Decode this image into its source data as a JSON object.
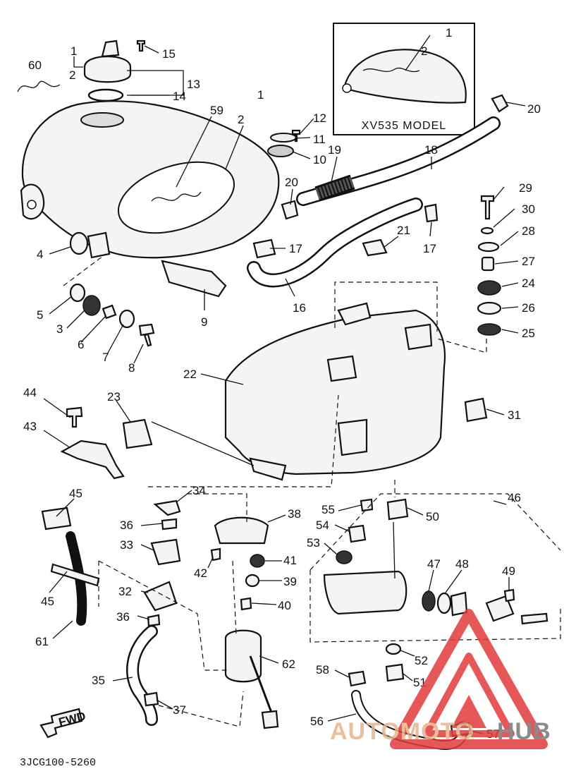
{
  "diagram": {
    "inset_title": "XV535 MODEL",
    "footer_code": "3JCG100-5260",
    "fwd_label": "FWD",
    "watermark": {
      "text_main": "AUTOMOTO",
      "text_suffix": "HUB",
      "color_main": "#e8b48a",
      "color_suffix": "#777777",
      "logo_color": "#e23c3c"
    },
    "part_numbers": {
      "n1a": "1",
      "n2a": "2",
      "n1b": "1",
      "n2b": "2",
      "n1c": "1",
      "n2c": "2",
      "n3": "3",
      "n4": "4",
      "n5": "5",
      "n6": "6",
      "n7": "7",
      "n8": "8",
      "n9": "9",
      "n10": "10",
      "n11": "11",
      "n12": "12",
      "n13": "13",
      "n14": "14",
      "n15": "15",
      "n16": "16",
      "n17a": "17",
      "n17b": "17",
      "n18": "18",
      "n19": "19",
      "n20a": "20",
      "n20b": "20",
      "n21": "21",
      "n22": "22",
      "n23": "23",
      "n24": "24",
      "n25": "25",
      "n26": "26",
      "n27": "27",
      "n28": "28",
      "n29": "29",
      "n30": "30",
      "n31": "31",
      "n32": "32",
      "n33": "33",
      "n34": "34",
      "n35": "35",
      "n36a": "36",
      "n36b": "36",
      "n37": "37",
      "n38": "38",
      "n39": "39",
      "n40": "40",
      "n41": "41",
      "n42": "42",
      "n43": "43",
      "n44": "44",
      "n45a": "45",
      "n45b": "45",
      "n46": "46",
      "n47": "47",
      "n48": "48",
      "n49": "49",
      "n50": "50",
      "n51": "51",
      "n52": "52",
      "n53": "53",
      "n54": "54",
      "n55": "55",
      "n56": "56",
      "n57": "57",
      "n58": "58",
      "n59": "59",
      "n60": "60",
      "n61": "61",
      "n62": "62"
    }
  }
}
